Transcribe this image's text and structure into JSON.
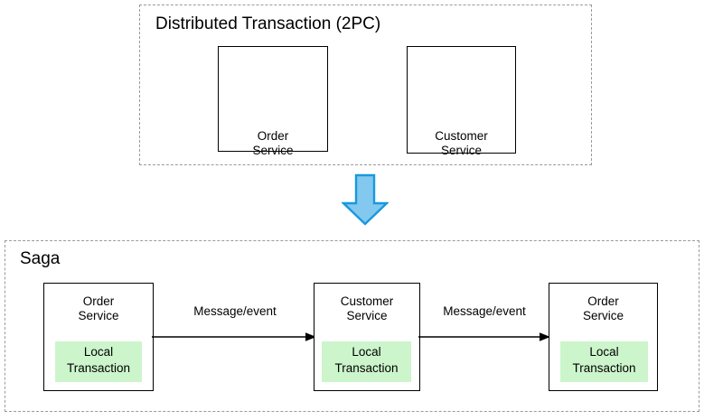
{
  "diagram": {
    "title_top": "Distributed Transaction (2PC)",
    "title_bottom": "Saga",
    "colors": {
      "local_transaction_fill": "#ccf5cc",
      "arrow_fill": "#82c8ef",
      "arrow_stroke": "#1a98dd",
      "box_stroke": "#000000",
      "group_stroke": "#9a9a9a",
      "background": "#ffffff"
    },
    "two_pc": {
      "services": [
        {
          "line1": "Order",
          "line2": "Service"
        },
        {
          "line1": "Customer",
          "line2": "Service"
        }
      ]
    },
    "transition_arrow": {
      "direction": "down",
      "name": "blue-down-arrow"
    },
    "saga": {
      "participants": [
        {
          "line1": "Order",
          "line2": "Service",
          "local_line1": "Local",
          "local_line2": "Transaction"
        },
        {
          "line1": "Customer",
          "line2": "Service",
          "local_line1": "Local",
          "local_line2": "Transaction"
        },
        {
          "line1": "Order",
          "line2": "Service",
          "local_line1": "Local",
          "local_line2": "Transaction"
        }
      ],
      "connectors": [
        {
          "label": "Message/event"
        },
        {
          "label": "Message/event"
        }
      ]
    }
  }
}
